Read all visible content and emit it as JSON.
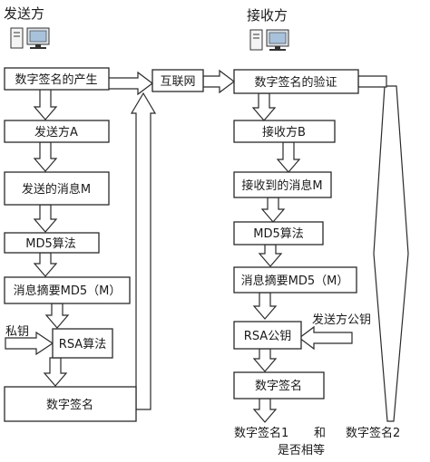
{
  "sender": {
    "title": "发送方",
    "icon": "computer-icon",
    "steps": [
      "数字签名的产生",
      "发送方A",
      "发送的消息M",
      "MD5算法",
      "消息摘要MD5（M）",
      "RSA算法",
      "数字签名"
    ]
  },
  "receiver": {
    "title": "接收方",
    "icon": "computer-icon",
    "steps": [
      "数字签名的验证",
      "接收方B",
      "接收到的消息M",
      "MD5算法",
      "消息摘要MD5（M）",
      "RSA公钥",
      "数字签名"
    ]
  },
  "internet": "互联网",
  "private_key": "私钥",
  "sender_public_key": "发送方公钥",
  "result": {
    "sig1": "数字签名1",
    "and": "和",
    "sig2": "数字签名2",
    "compare": "是否相等"
  }
}
